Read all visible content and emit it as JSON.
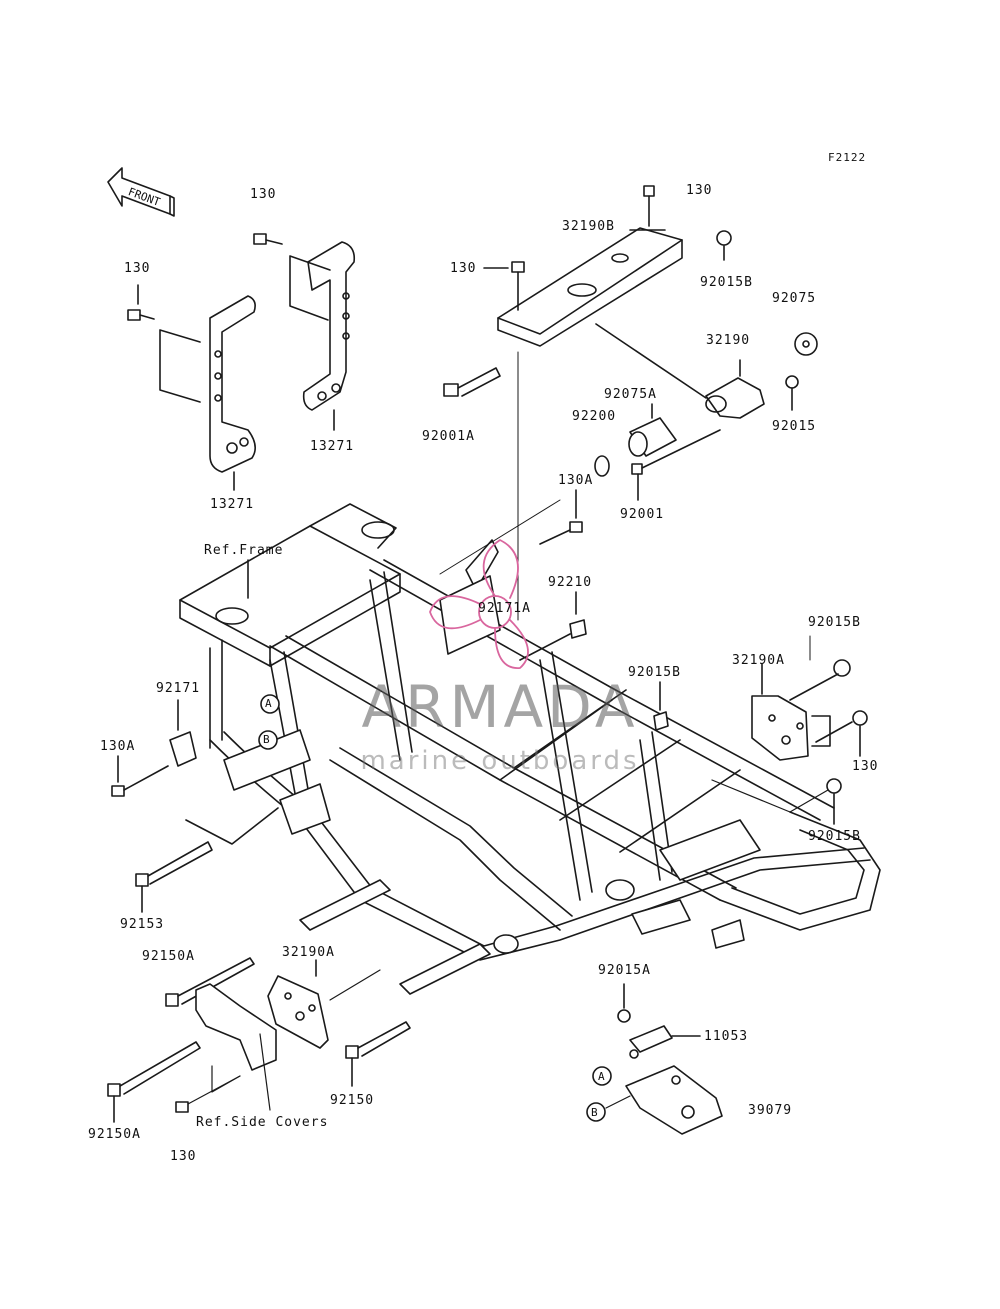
{
  "diagram_code": "F2122",
  "front_arrow_text": "FRONT",
  "watermark": {
    "title": "ARMADA",
    "subtitle": "marine outboards",
    "accent_color": "#d9669e"
  },
  "callouts": {
    "c130_left_bracket": "130",
    "c130_right_bracket": "130",
    "c13271_left": "13271",
    "c13271_right": "13271",
    "c130_top": "130",
    "c32190B": "32190B",
    "c130_mid": "130",
    "c92015B_top": "92015B",
    "c92075": "92075",
    "c32190": "32190",
    "c92075A": "92075A",
    "c92015": "92015",
    "c92200": "92200",
    "c92001A": "92001A",
    "c130A_top": "130A",
    "c92001": "92001",
    "ref_frame": "Ref.Frame",
    "c92171A": "92171A",
    "c92210": "92210",
    "c92015B_right": "92015B",
    "c32190A_right": "32190A",
    "c92015B_mid": "92015B",
    "c92171": "92171",
    "circle_a": "A",
    "circle_b": "B",
    "c130A_left": "130A",
    "c130_right": "130",
    "c92015B_lower": "92015B",
    "c92153": "92153",
    "c92150A_top": "92150A",
    "c32190A_bottom": "32190A",
    "c92015A": "92015A",
    "c11053": "11053",
    "c92150": "92150",
    "c39079": "39079",
    "c92150A_bottom": "92150A",
    "ref_side_covers": "Ref.Side Covers",
    "c130_bottom": "130"
  }
}
